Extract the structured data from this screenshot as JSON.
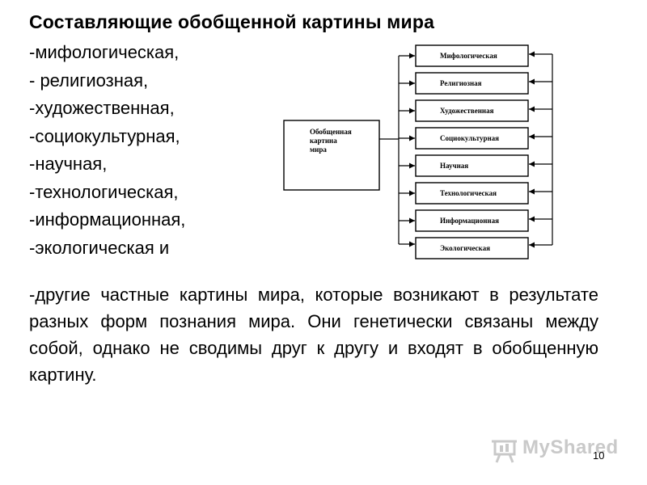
{
  "slide": {
    "title": "Составляющие обобщенной картины мира",
    "list_items": [
      "-мифологическая,",
      "- религиозная,",
      "-художественная,",
      "-социокультурная,",
      "-научная,",
      "-технологическая,",
      "-информационная,",
      "-экологическая и"
    ],
    "paragraph": "-другие частные картины мира, которые возникают в результате разных форм познания мира. Они генетически связаны между собой, однако не сводимы друг к другу и входят в обобщенную картину.",
    "page_number": "10"
  },
  "diagram": {
    "central_lines": [
      "Обобщенная",
      "картина",
      "мира"
    ],
    "boxes": [
      "Мифологическая",
      "Религиозная",
      "Художественная",
      "Социокультурная",
      "Научная",
      "Технологическая",
      "Информационная",
      "Экологическая"
    ]
  },
  "watermark": {
    "text": "MyShared",
    "icon": "presentation-board-icon",
    "color": "#c9c9c9"
  }
}
